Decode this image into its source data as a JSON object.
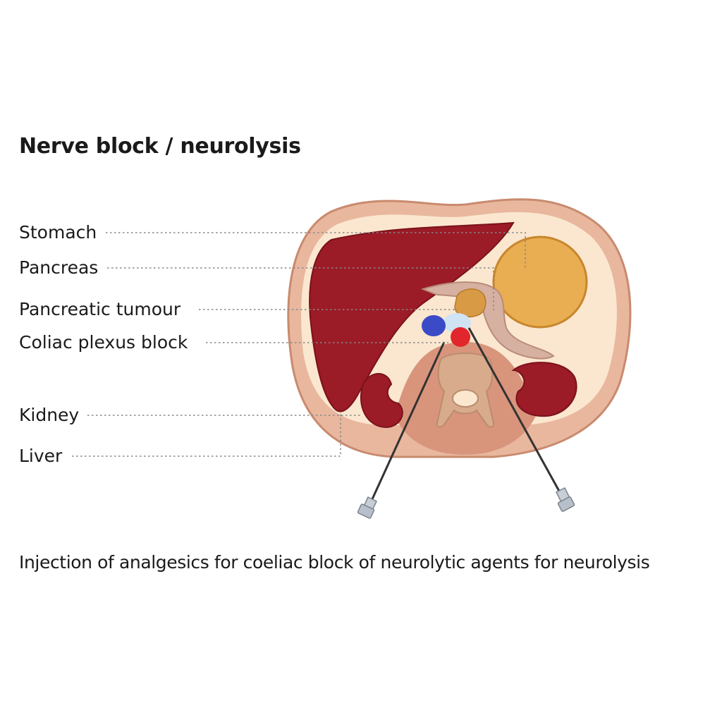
{
  "title": "Nerve block / neurolysis",
  "labels": {
    "stomach": "Stomach",
    "pancreas": "Pancreas",
    "pancreatic_tumour": "Pancreatic tumour",
    "coeliac_plexus_block": "Coliac plexus block",
    "kidney": "Kidney",
    "liver": "Liver"
  },
  "caption": "Injection of analgesics for coeliac block of neurolytic agents for neurolysis",
  "colors": {
    "skin_outline": "#c98a6e",
    "body_cavity": "#fbe7cf",
    "liver": "#9b1b27",
    "stomach": "#e9ad52",
    "pancreas": "#d6b0a0",
    "tumour": "#d99a45",
    "kidney": "#9b1b27",
    "vein": "#3b4bc8",
    "artery": "#e1262c",
    "plexus": "#cfe3f3",
    "vertebra": "#d8ab8c",
    "back_muscle": "#d9957c",
    "needle": "#333333",
    "leader_line": "#888888"
  }
}
